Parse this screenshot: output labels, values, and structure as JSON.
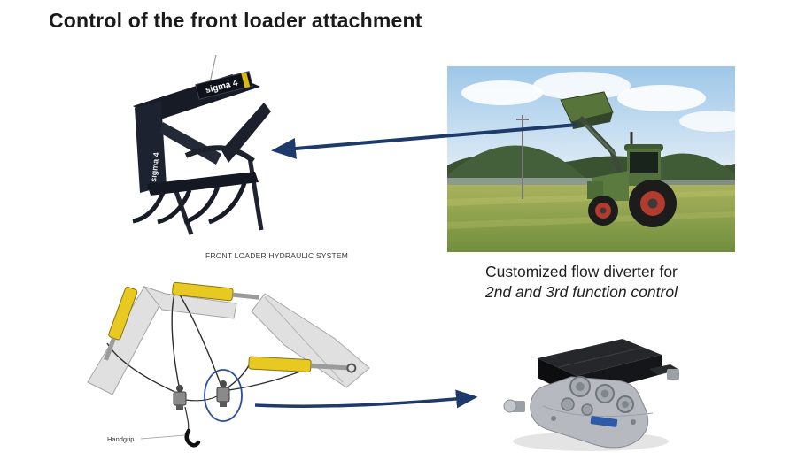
{
  "title": "Control of the front loader attachment",
  "front_loader": {
    "brand": "sigma 4"
  },
  "hydraulic_diagram": {
    "label": "FRONT LOADER HYDRAULIC SYSTEM",
    "handgrip_label": "Handgrip"
  },
  "caption": {
    "line1": "Customized flow diverter for",
    "line2": "2nd and 3rd function control"
  },
  "colors": {
    "arrow": "#1e3a6b",
    "annotation_circle": "#2d4d9e",
    "hydraulic_cylinder": "#e8c922",
    "title_text": "#1a1a1a"
  }
}
